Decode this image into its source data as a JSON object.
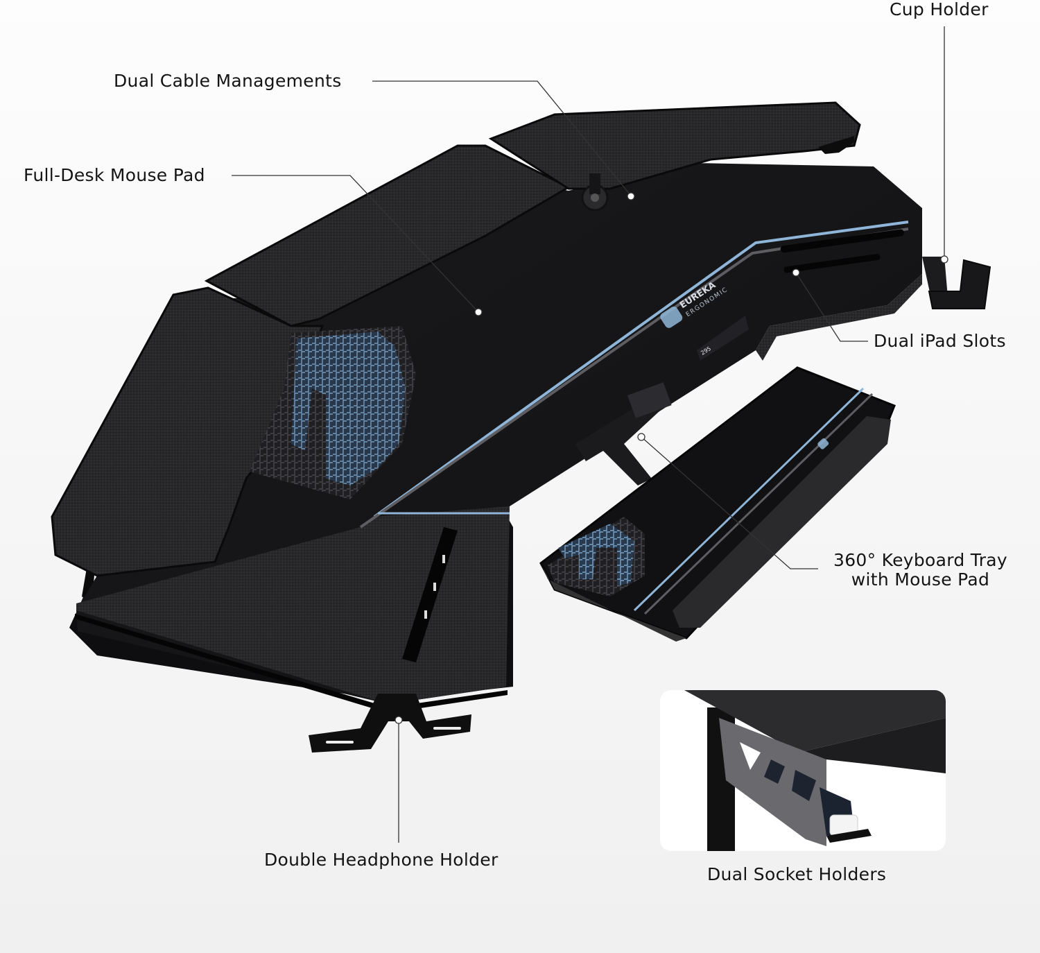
{
  "product": {
    "brand": "EUREKA",
    "brand_sub": "ERGONOMIC",
    "controller_display": "295"
  },
  "callouts": [
    {
      "id": "cup-holder",
      "label": "Cup Holder"
    },
    {
      "id": "dual-cable-managements",
      "label": "Dual Cable Managements"
    },
    {
      "id": "full-desk-mouse-pad",
      "label": "Full-Desk Mouse Pad"
    },
    {
      "id": "dual-ipad-slots",
      "label": "Dual iPad Slots"
    },
    {
      "id": "keyboard-tray",
      "label_line1": "360° Keyboard Tray",
      "label_line2": "with Mouse Pad"
    },
    {
      "id": "double-headphone-holder",
      "label": "Double Headphone Holder"
    },
    {
      "id": "dual-socket-holders",
      "label": "Dual Socket Holders"
    }
  ],
  "colors": {
    "background": "#f7f7f7",
    "desk": "#1c1c1e",
    "carbon": "#2a2a2c",
    "accent_blue": "#8fb6d8",
    "accent_gray": "#6b6b70",
    "text": "#141414"
  }
}
